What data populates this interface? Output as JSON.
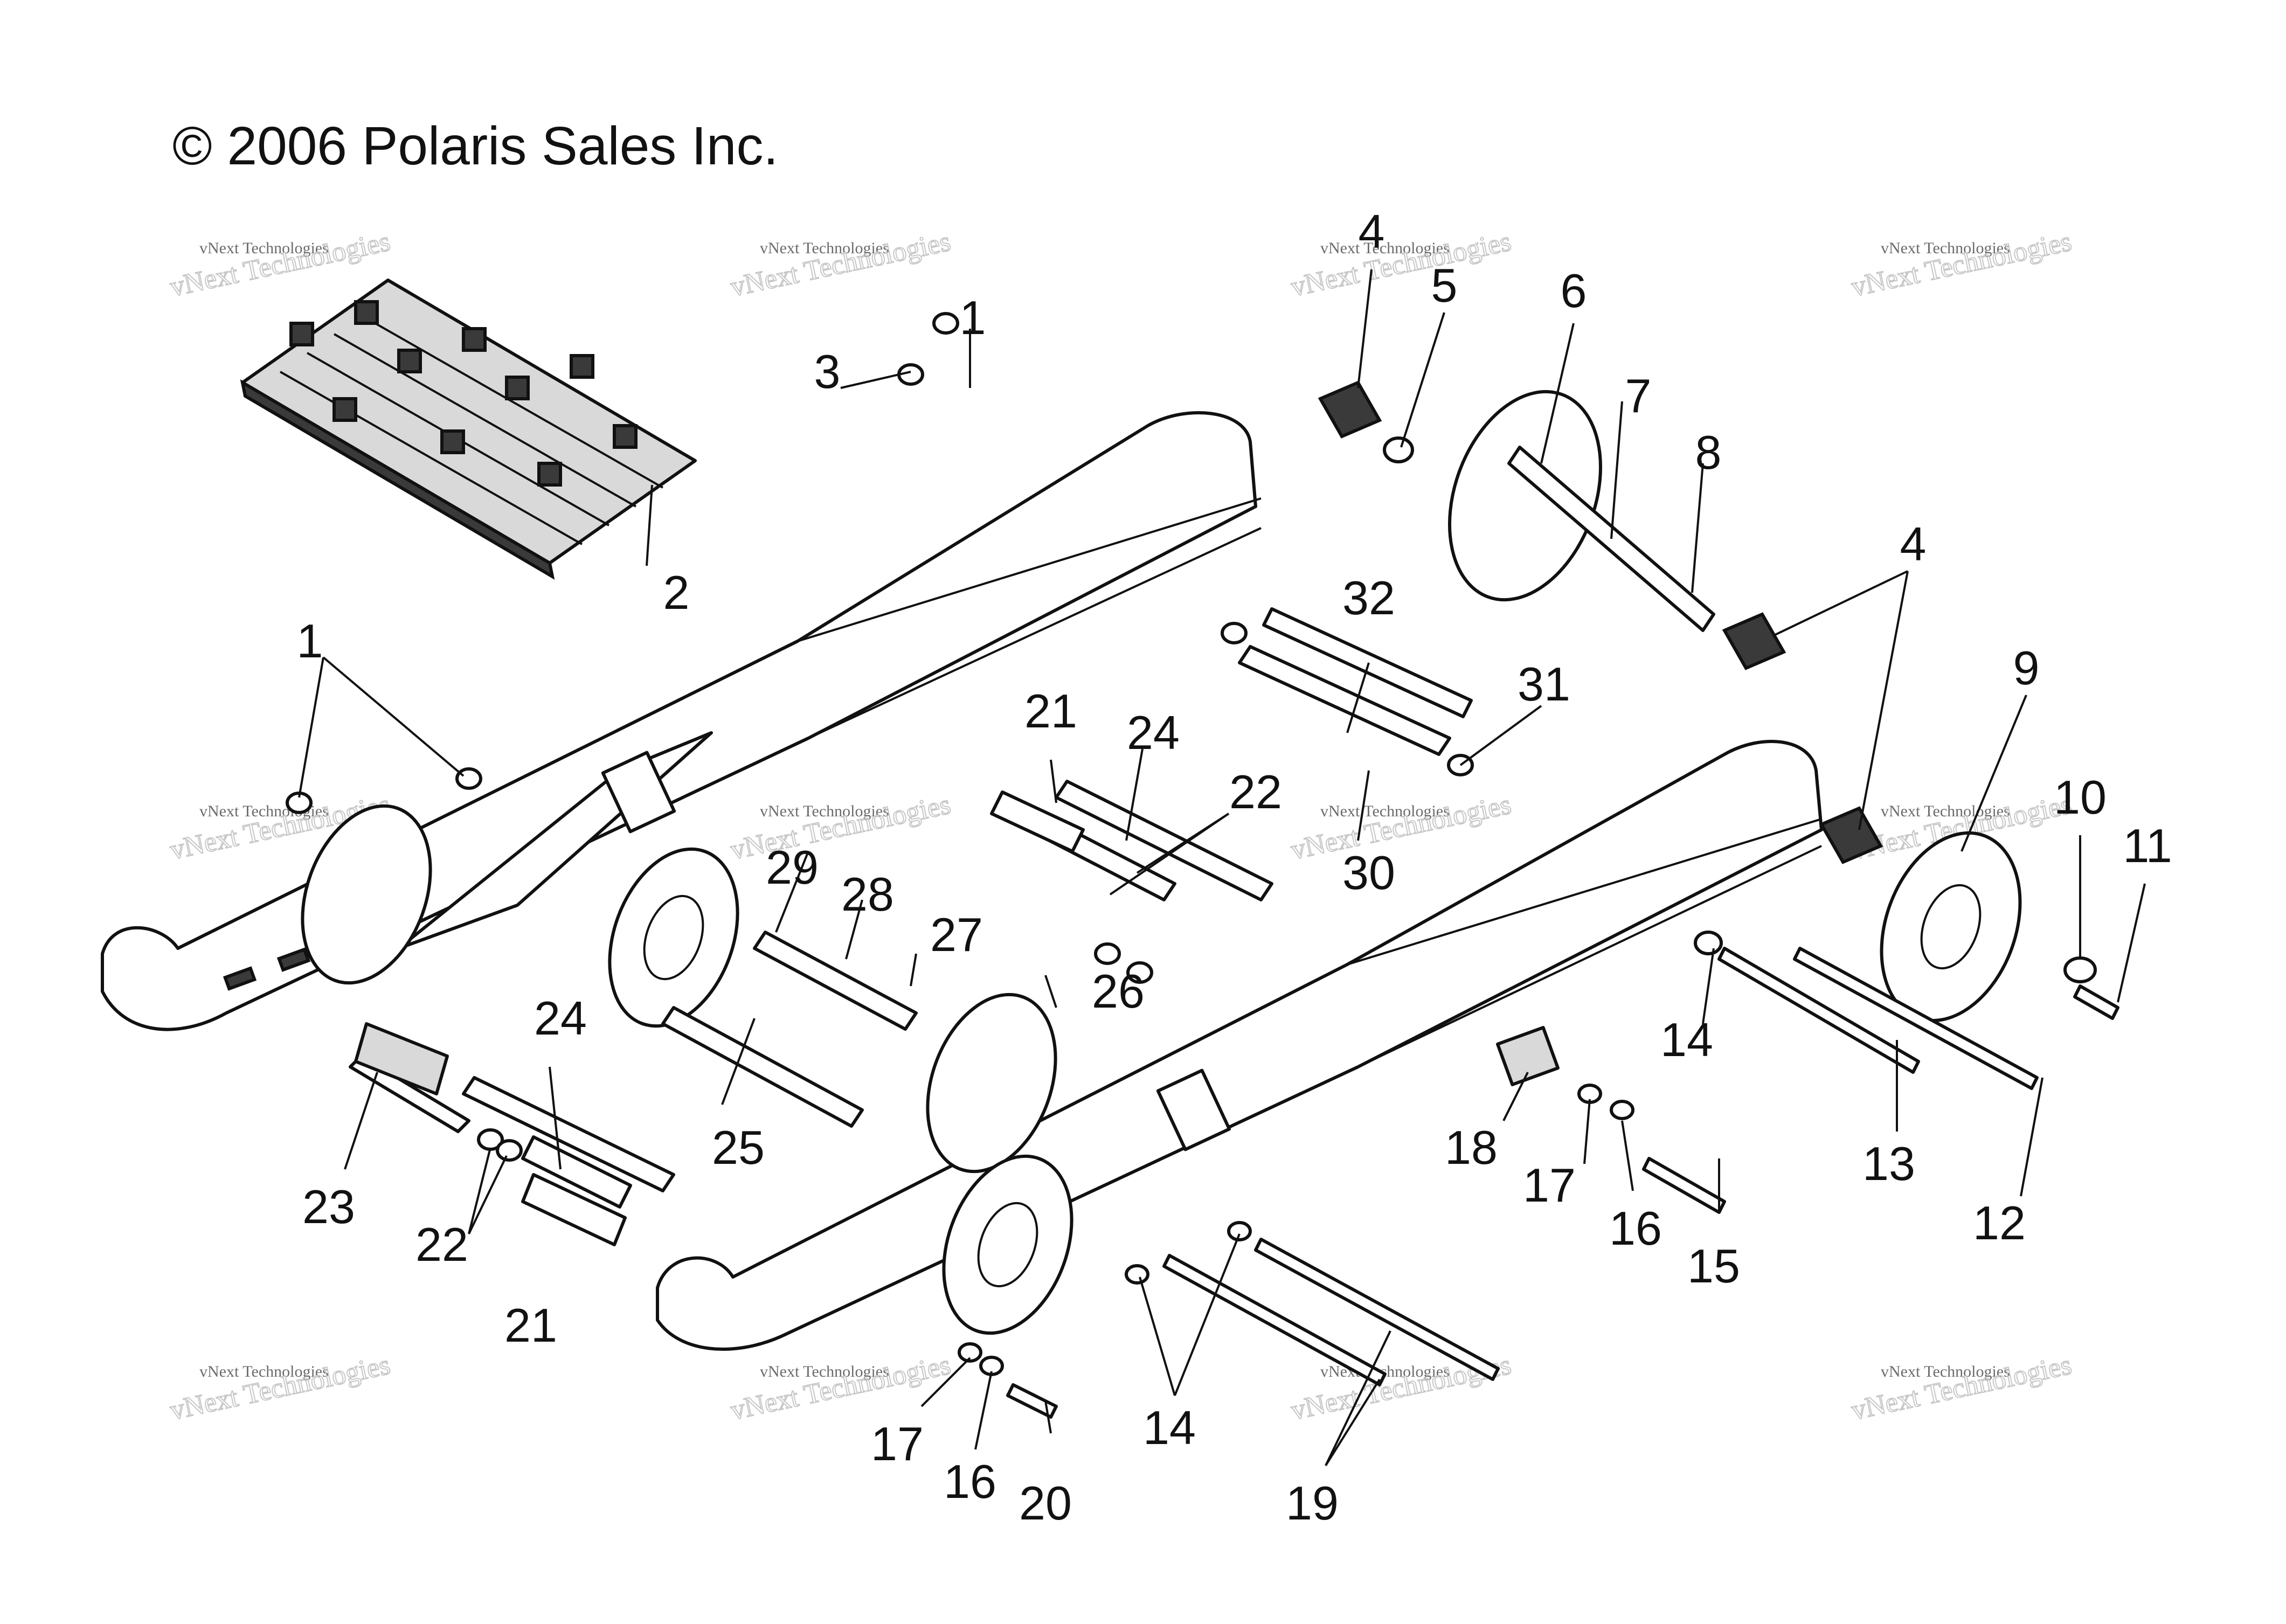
{
  "copyright": "© 2006 Polaris Sales Inc.",
  "watermark": {
    "line1": "vNext Technologies",
    "line2": "vNext Technologies"
  },
  "callouts": [
    "1",
    "2",
    "3",
    "4",
    "5",
    "6",
    "7",
    "8",
    "1",
    "4",
    "9",
    "10",
    "11",
    "12",
    "13",
    "14",
    "15",
    "16",
    "17",
    "18",
    "19",
    "20",
    "21",
    "22",
    "23",
    "24",
    "25",
    "26",
    "27",
    "28",
    "29",
    "30",
    "31",
    "32",
    "21",
    "22",
    "24",
    "14",
    "16",
    "17"
  ]
}
